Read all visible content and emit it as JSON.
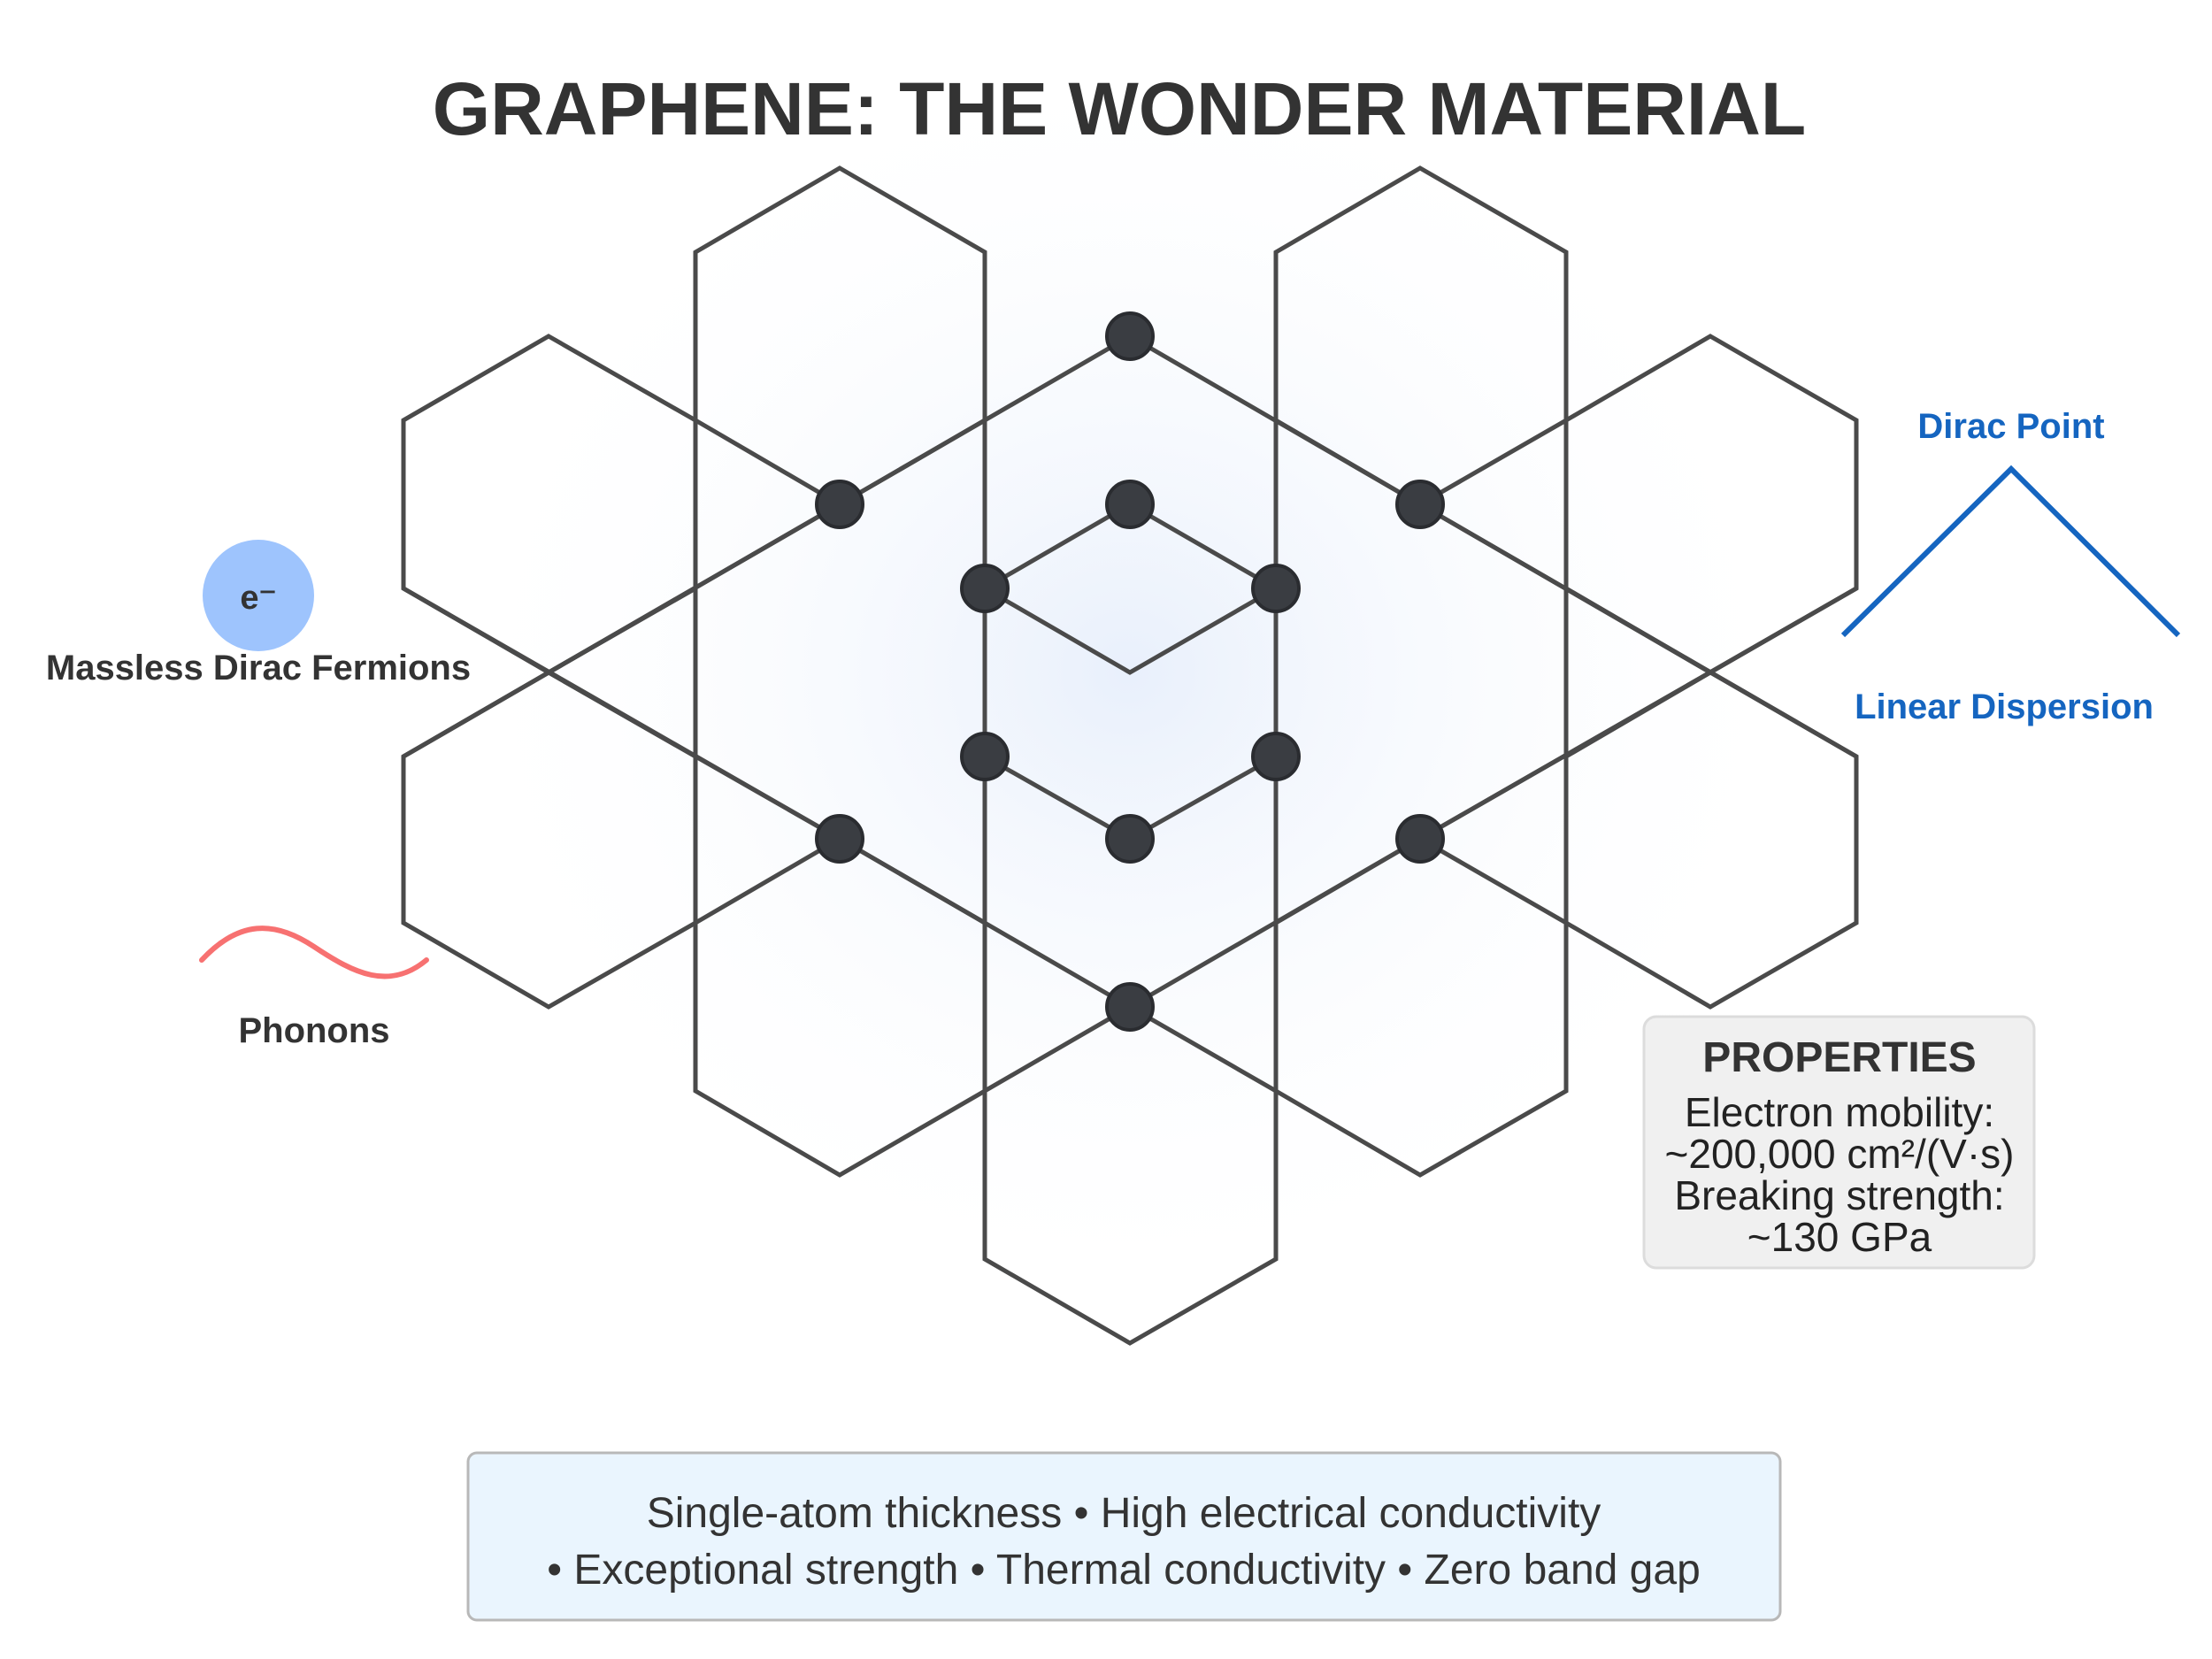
{
  "title": "GRAPHENE: THE WONDER MATERIAL",
  "electron": {
    "symbol": "e⁻",
    "label": "Massless Dirac Fermions",
    "color": "#9ec4fd"
  },
  "phonons": {
    "label": "Phonons",
    "color": "#f77171"
  },
  "dirac": {
    "top_label": "Dirac Point",
    "bottom_label": "Linear Dispersion",
    "color": "#1565c0"
  },
  "properties": {
    "heading": "PROPERTIES",
    "lines": [
      "Electron mobility:",
      "~200,000 cm²/(V·s)",
      "Breaking strength:",
      "~130 GPa"
    ]
  },
  "footer": {
    "line1": "Single-atom thickness • High electrical conductivity",
    "line2": "• Exceptional strength • Thermal conductivity • Zero band gap"
  },
  "colors": {
    "lattice": "#4a4a4a",
    "atom": "#3a3d42",
    "title": "#333333",
    "footer_bg": "#eaf5fe",
    "properties_bg": "#f0f0f0"
  }
}
